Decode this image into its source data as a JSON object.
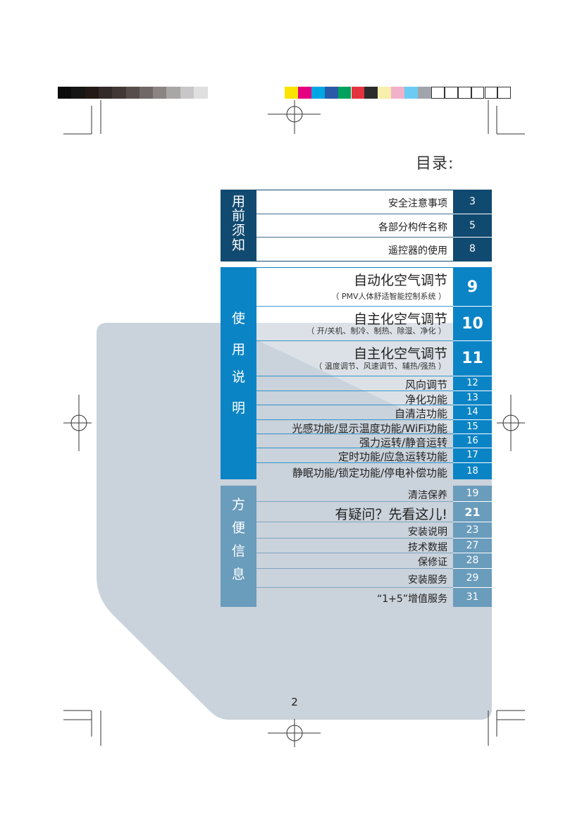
{
  "header": {
    "title": "目录:"
  },
  "colors": {
    "grayscale": [
      "#0b0b0b",
      "#161616",
      "#231915",
      "#312a28",
      "#413835",
      "#574e4c",
      "#6f6866",
      "#8a8483",
      "#a9a6a6",
      "#c8c6c6",
      "#e0dfdf"
    ],
    "cmyk_bar": [
      "#fce300",
      "#e5007f",
      "#00a6e4",
      "#2a5aa7",
      "#00a15c",
      "#e4333e",
      "#2b2b2b",
      "#f7efab",
      "#f1b1cb",
      "#6ccbf3",
      "#a0a5ac",
      "#ffffff",
      "#ffffff",
      "#ffffff",
      "#ffffff",
      "#ffffff",
      "#ffffff"
    ],
    "section1_dark": "#114a70",
    "section2_blue": "#0b84c6",
    "section3_slate": "#6a9cbc",
    "background_shape": "#cad2db"
  },
  "sections": [
    {
      "sidebar": [
        "用",
        "前",
        "须",
        "知"
      ],
      "items": [
        {
          "label": "安全注意事项",
          "page": "3"
        },
        {
          "label": "各部分构件名称",
          "page": "5"
        },
        {
          "label": "遥控器的使用",
          "page": "8"
        }
      ]
    },
    {
      "sidebar": [
        "使",
        "用",
        "说",
        "明"
      ],
      "items": [
        {
          "label": "自动化空气调节",
          "sub": "（ PMV人体舒适智能控制系统 ）",
          "page": "9"
        },
        {
          "label": "自主化空气调节",
          "sub": "（ 开/关机、制冷、制热、除湿、净化 ）",
          "page": "10"
        },
        {
          "label": "自主化空气调节",
          "sub": "（ 温度调节、风速调节、辅热/强热 ）",
          "page": "11"
        },
        {
          "label": "风向调节",
          "page": "12"
        },
        {
          "label": "净化功能",
          "page": "13"
        },
        {
          "label": "自清洁功能",
          "page": "14"
        },
        {
          "label": "光感功能/显示温度功能/WiFi功能",
          "page": "15"
        },
        {
          "label": "强力运转/静音运转",
          "page": "16"
        },
        {
          "label": "定时功能/应急运转功能",
          "page": "17"
        },
        {
          "label": "静眠功能/锁定功能/停电补偿功能",
          "page": "18"
        }
      ]
    },
    {
      "sidebar": [
        "方",
        "便",
        "信",
        "息"
      ],
      "items": [
        {
          "label": "清洁保养",
          "page": "19"
        },
        {
          "label": "有疑问？先看这儿!",
          "page": "21"
        },
        {
          "label": "安装说明",
          "page": "23"
        },
        {
          "label": "技术数据",
          "page": "27"
        },
        {
          "label": "保修证",
          "page": "28"
        },
        {
          "label": "安装服务",
          "page": "29"
        },
        {
          "label": "“1+5”增值服务",
          "page": "31"
        }
      ]
    }
  ],
  "footer": {
    "page_number": "2"
  }
}
